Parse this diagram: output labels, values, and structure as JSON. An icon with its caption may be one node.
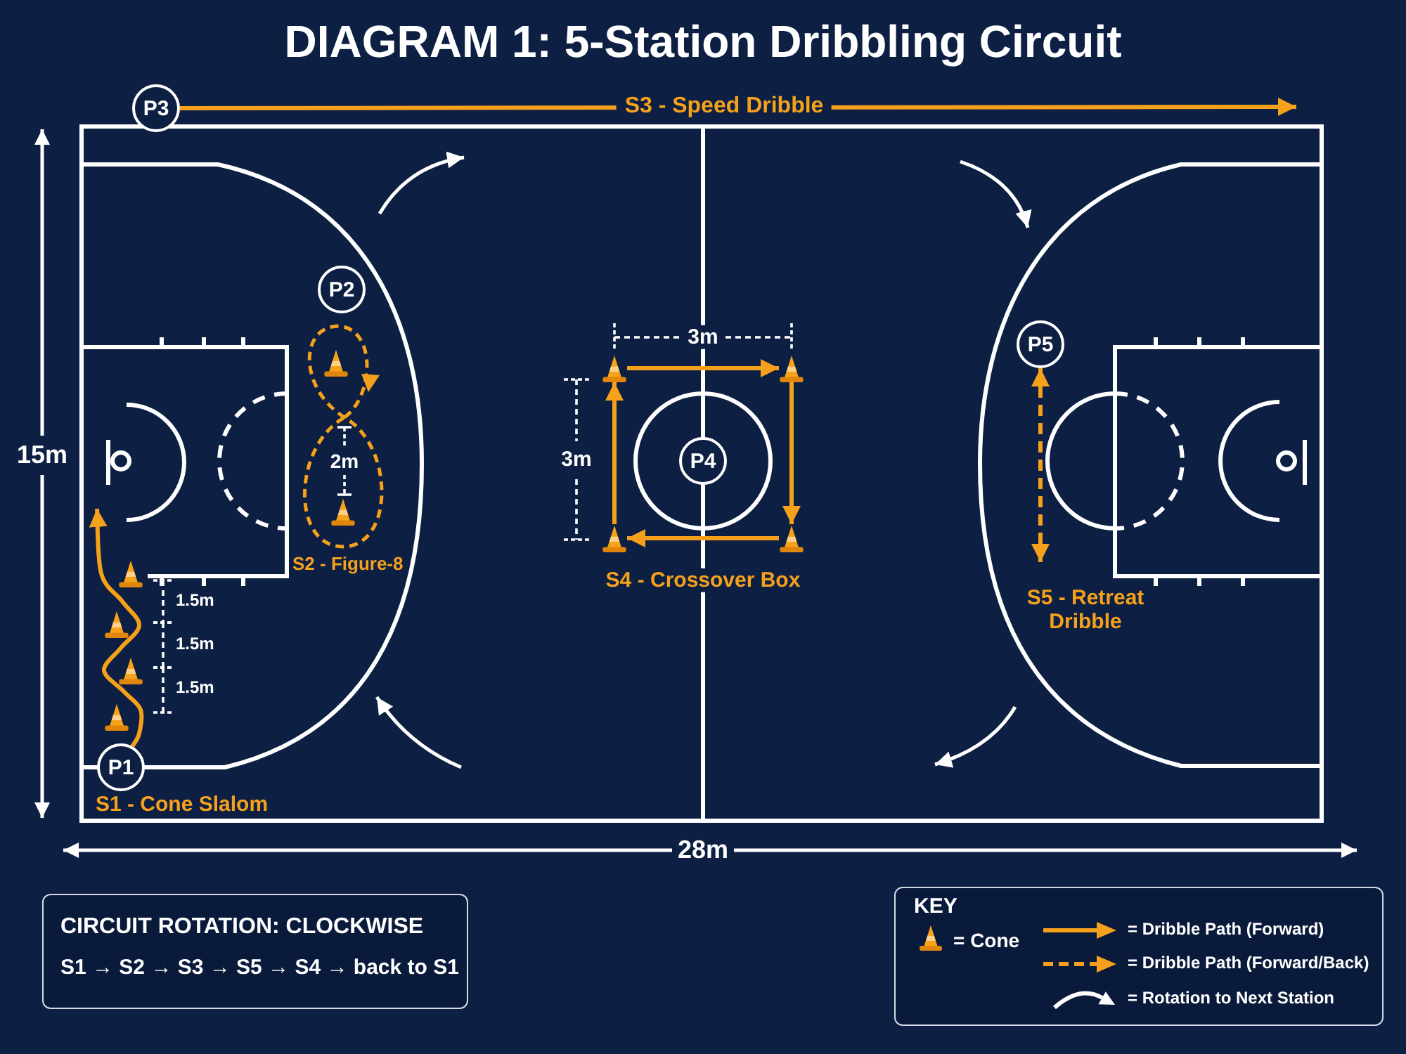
{
  "diagram": {
    "title": "DIAGRAM 1: 5-Station Dribbling Circuit",
    "nodes": [
      {
        "text": [
          "P1"
        ],
        "beside": [
          "S1 - Cone Slalom"
        ]
      },
      {
        "text": [],
        "shape": "cone"
      },
      {
        "text": [],
        "shape": "cone"
      },
      {
        "text": [],
        "shape": "cone"
      },
      {
        "text": [],
        "shape": "cone"
      },
      {
        "text": [
          "P2"
        ]
      },
      {
        "text": [],
        "shape": "cone"
      },
      {
        "text": [],
        "shape": "cone"
      },
      {
        "text": [
          "P3"
        ]
      },
      {
        "text": [
          "P4"
        ]
      },
      {
        "text": [],
        "shape": "cone"
      },
      {
        "text": [],
        "shape": "cone"
      },
      {
        "text": [],
        "shape": "cone"
      },
      {
        "text": [],
        "shape": "cone"
      },
      {
        "text": [
          "P5"
        ]
      },
      {
        "text": [
          "CIRCUIT ROTATION: CLOCKWISE",
          "S1 → S2 → S3 → S5 → S4 → back to S1"
        ]
      }
    ],
    "edges": [
      {
        "from": 0,
        "to": null,
        "arrow": "to"
      },
      {
        "from": 8,
        "to": null,
        "arrow": "to",
        "label": "S3 - Speed Dribble"
      },
      {
        "from": 10,
        "to": 11,
        "arrow": "to"
      },
      {
        "from": 11,
        "to": 13,
        "arrow": "to"
      },
      {
        "from": 13,
        "to": 12,
        "arrow": "to"
      },
      {
        "from": 12,
        "to": 10,
        "arrow": "to"
      },
      {
        "from": 14,
        "to": null,
        "arrow": "both",
        "style": "dashed"
      }
    ],
    "labels": [
      "3m",
      "15m",
      "2m",
      "3m",
      "S2 - Figure-8",
      "S4 - Crossover Box",
      "1.5m",
      "S5 - Retreat Dribble",
      "1.5m",
      "1.5m",
      "28m",
      "KEY"
    ],
    "legend": [
      {
        "text": "= Cone"
      },
      {
        "text": "= Dribble Path (Forward)"
      },
      {
        "text": "= Dribble Path (Forward/Back)"
      },
      {
        "text": "= Rotation to Next Station"
      }
    ]
  }
}
